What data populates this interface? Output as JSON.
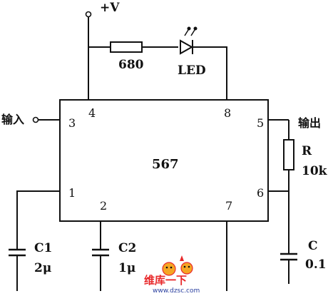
{
  "supply_label": "+V",
  "resistor_top_value": "680",
  "led_label": "LED",
  "chip_label": "567",
  "input_label": "输入",
  "output_label": "输出",
  "pins": {
    "p1": "1",
    "p2": "2",
    "p3": "3",
    "p4": "4",
    "p5": "5",
    "p6": "6",
    "p7": "7",
    "p8": "8"
  },
  "resistor_r": {
    "name": "R",
    "value": "10k"
  },
  "c1": {
    "name": "C1",
    "value": "2μ"
  },
  "c2": {
    "name": "C2",
    "value": "1μ"
  },
  "c3": {
    "name": "C",
    "value": "0.1"
  },
  "watermark": {
    "brand": "维库一下",
    "url": "www.dzsc.com"
  },
  "colors": {
    "ink": "#111111",
    "watermark": "#e8282a",
    "watermark_url": "#2a3f9f",
    "watermark_face": "#f5a623"
  }
}
